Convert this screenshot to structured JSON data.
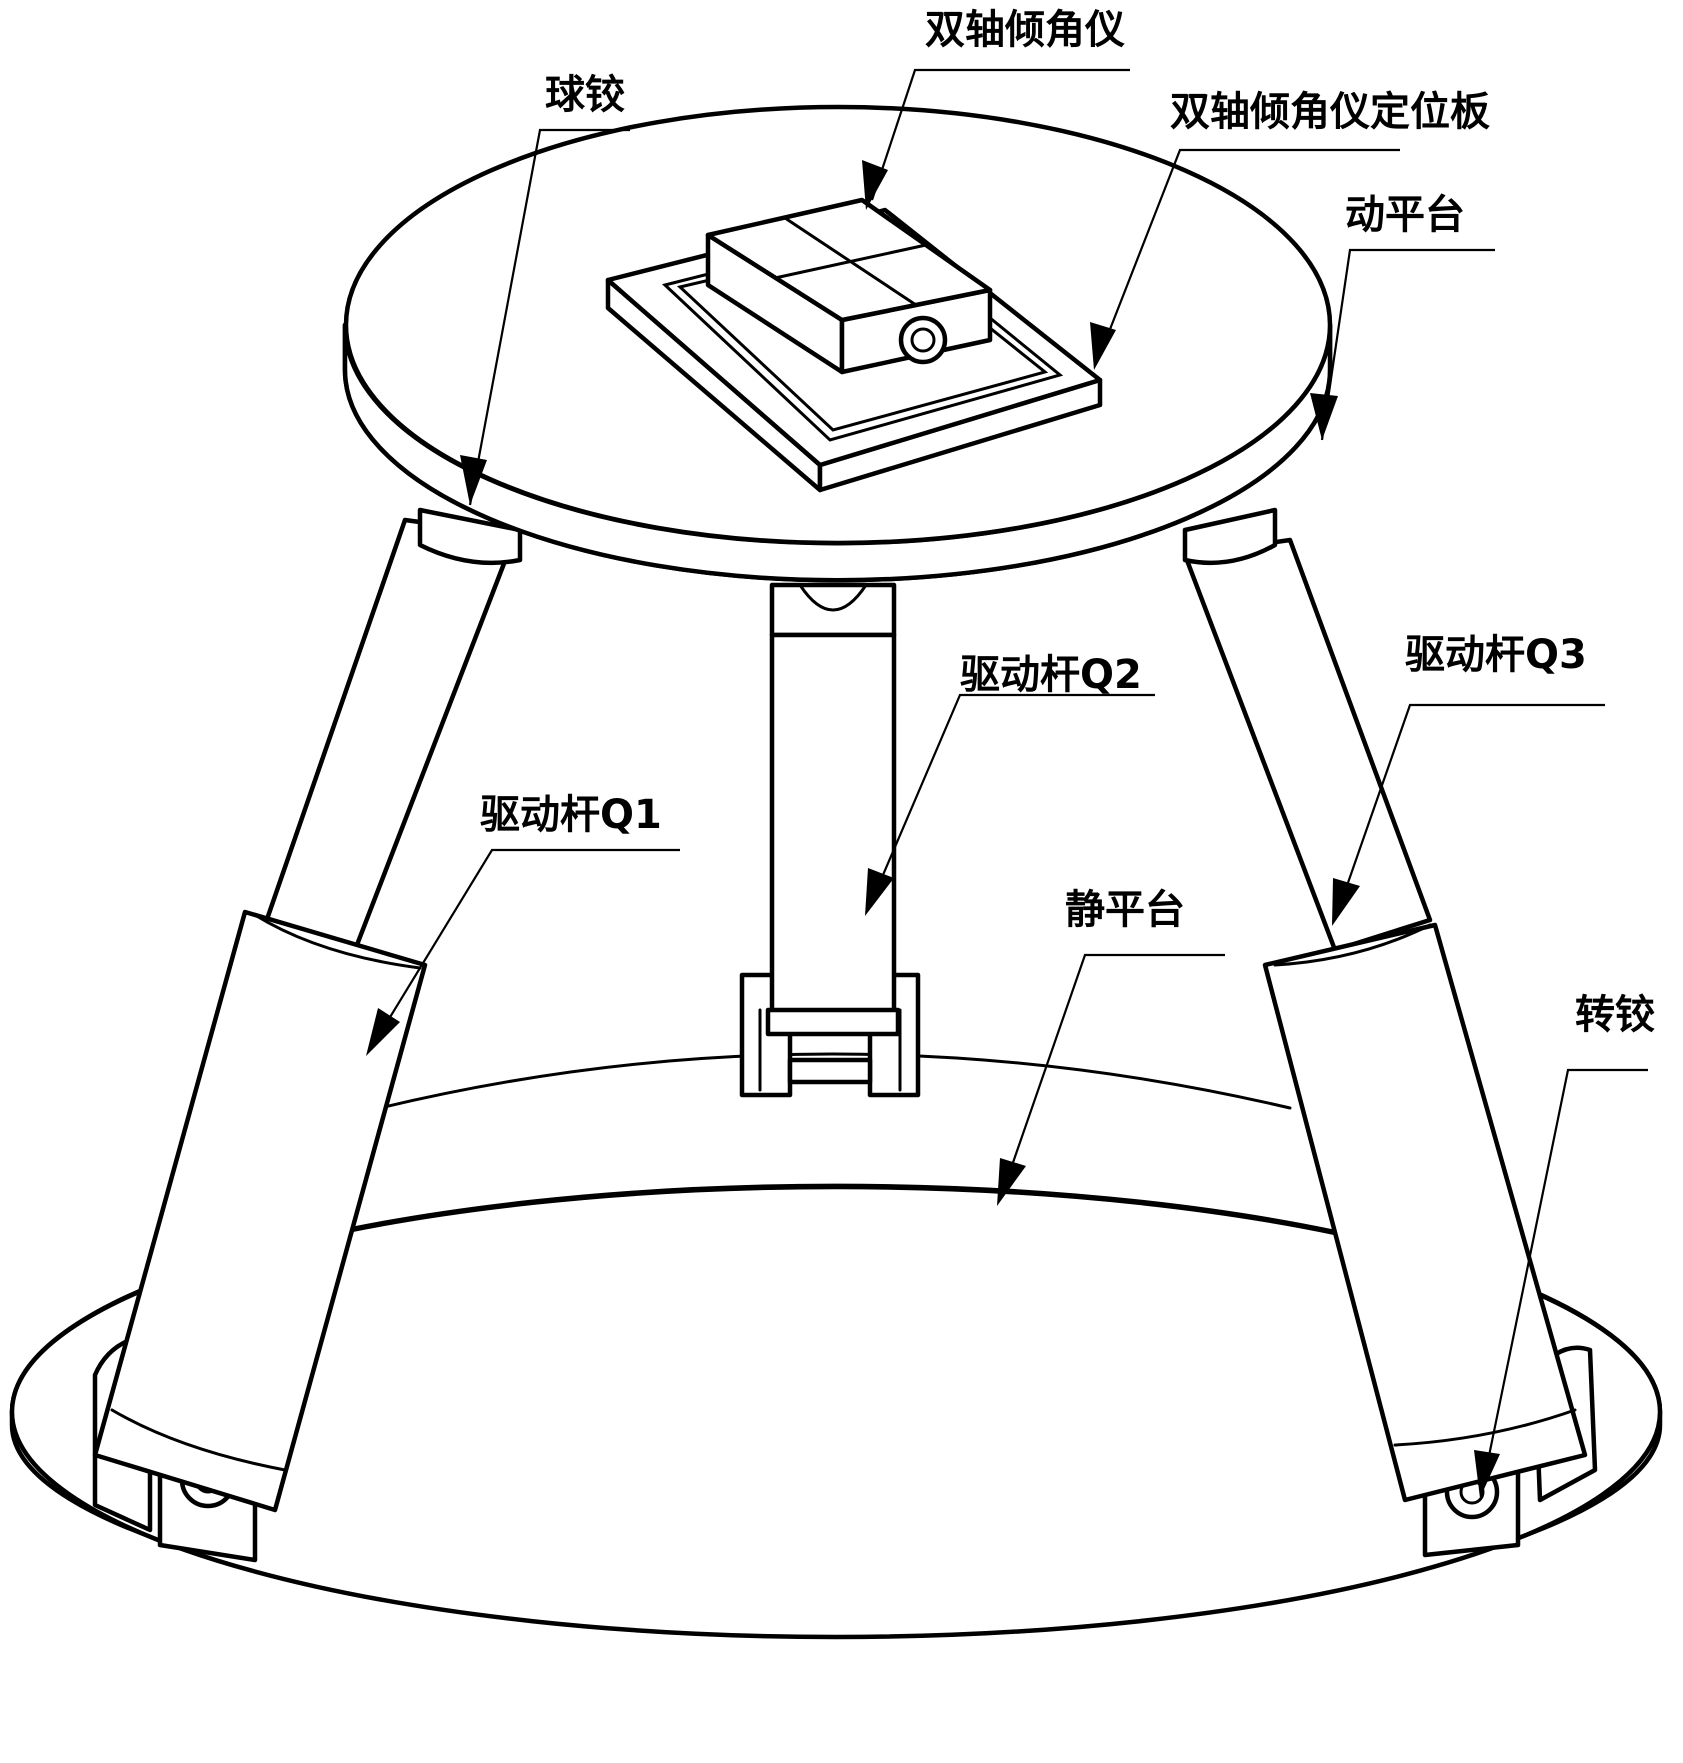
{
  "labels": {
    "inclinometer": "双轴倾角仪",
    "positioning_plate": "双轴倾角仪定位板",
    "ball_joint": "球铰",
    "moving_platform": "动平台",
    "drive_rod_q1": "驱动杆Q1",
    "drive_rod_q2": "驱动杆Q2",
    "drive_rod_q3": "驱动杆Q3",
    "static_platform": "静平台",
    "revolute_joint": "转铰"
  }
}
